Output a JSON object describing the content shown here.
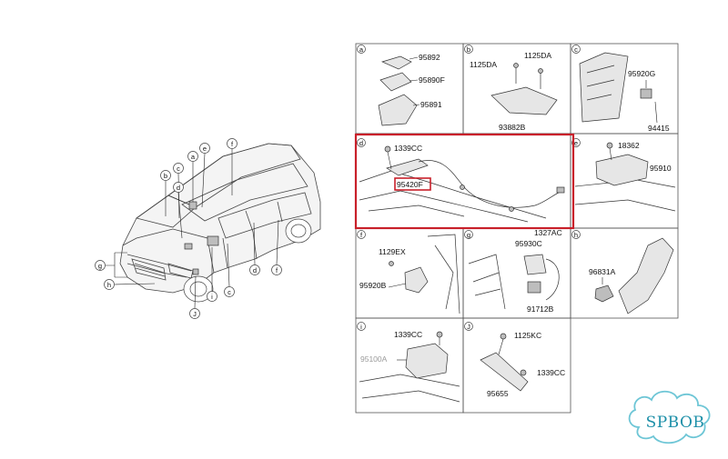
{
  "car_callouts": [
    "a",
    "e",
    "f",
    "b",
    "c",
    "d",
    "g",
    "h",
    "c",
    "d",
    "f",
    "i",
    "J"
  ],
  "panels": {
    "a": {
      "letter": "a",
      "parts": [
        "95892",
        "95890F",
        "95891"
      ]
    },
    "b": {
      "letter": "b",
      "parts": [
        "1125DA",
        "1125DA",
        "93882B"
      ]
    },
    "c": {
      "letter": "c",
      "parts": [
        "95920G",
        "94415"
      ]
    },
    "d": {
      "letter": "d",
      "parts": [
        "1339CC",
        "95420F"
      ]
    },
    "e": {
      "letter": "e",
      "parts": [
        "18362",
        "95910"
      ]
    },
    "f": {
      "letter": "f",
      "parts": [
        "1129EX",
        "95920B"
      ]
    },
    "g": {
      "letter": "g",
      "parts": [
        "1327AC",
        "95930C",
        "91712B"
      ]
    },
    "h": {
      "letter": "h",
      "parts": [
        "96831A"
      ]
    },
    "i": {
      "letter": "i",
      "parts": [
        "1339CC",
        "95100A"
      ]
    },
    "j": {
      "letter": "J",
      "parts": [
        "1125KC",
        "1339CC",
        "95655"
      ]
    }
  },
  "highlight": {
    "panel": "d",
    "part": "95420F",
    "color": "#c8202a"
  },
  "watermark": {
    "text": "SPBOB",
    "color": "#1c8fa8"
  }
}
